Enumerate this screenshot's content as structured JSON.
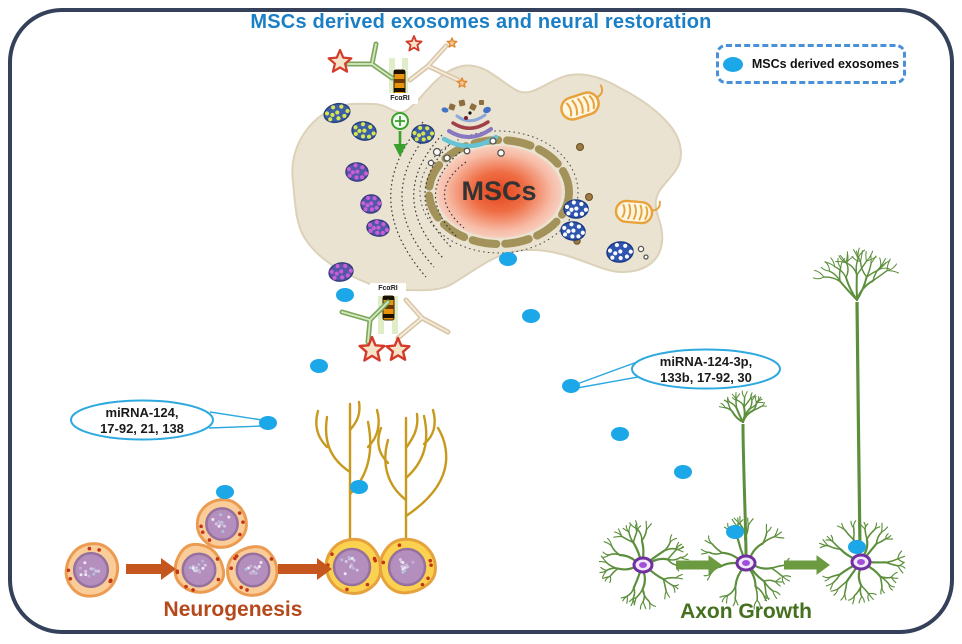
{
  "title": {
    "text": "MSCs derived exosomes and neural restoration",
    "color": "#1B7FC6"
  },
  "legend": {
    "label": "MSCs derived exosomes",
    "border_color": "#4A90D9",
    "dot_color": "#1BA7E8"
  },
  "cell": {
    "nucleus_label": "MSCs",
    "receptor_top_label": "FcαRI",
    "receptor_bottom_label": "FcαRI"
  },
  "callouts": {
    "left": {
      "line1": "miRNA-124,",
      "line2": "17-92, 21, 138"
    },
    "right": {
      "line1": "miRNA-124-3p,",
      "line2": "133b, 17-92, 30"
    }
  },
  "sections": {
    "neurogenesis": {
      "label": "Neurogenesis",
      "color": "#B5491B"
    },
    "axon_growth": {
      "label": "Axon Growth",
      "color": "#44701F"
    }
  },
  "exosomes": {
    "color": "#1BA7E8",
    "positions": [
      [
        508,
        259
      ],
      [
        345,
        295
      ],
      [
        531,
        316
      ],
      [
        319,
        366
      ],
      [
        268,
        423
      ],
      [
        571,
        386
      ],
      [
        620,
        434
      ],
      [
        683,
        472
      ],
      [
        225,
        492
      ],
      [
        359,
        487
      ],
      [
        735,
        532
      ],
      [
        857,
        547
      ]
    ]
  }
}
